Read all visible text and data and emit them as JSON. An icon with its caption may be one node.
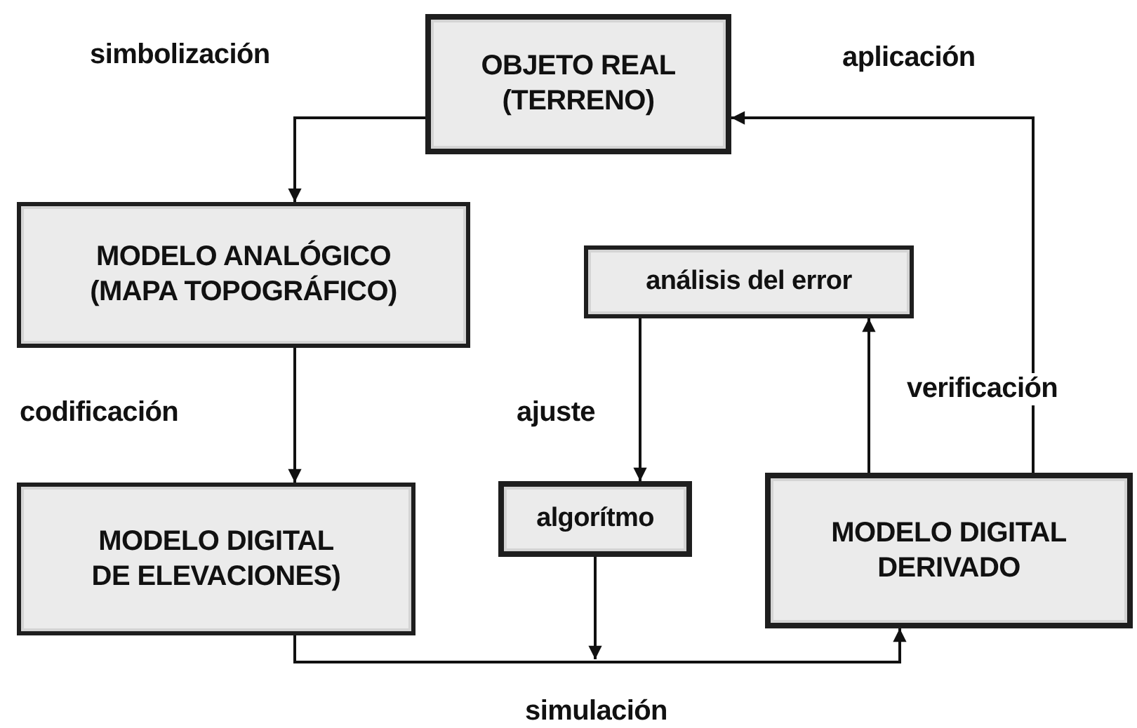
{
  "diagram": {
    "nodes": [
      {
        "text": [
          "OBJETO REAL (TERRENO)"
        ]
      },
      {
        "text": [
          "MODELO ANALÓGICO (MAPA TOPOGRÁFICO)"
        ]
      },
      {
        "text": [
          "análisis del error"
        ]
      },
      {
        "text": [
          "algorítmo"
        ]
      },
      {
        "text": [
          "MODELO DIGITAL DE ELEVACIONES)"
        ]
      },
      {
        "text": [
          "MODELO DIGITAL DERIVADO"
        ]
      }
    ],
    "edges": [
      {
        "from": 0,
        "to": 1,
        "arrow": "to",
        "label": "simbolización"
      },
      {
        "from": 1,
        "to": 4,
        "arrow": "to",
        "label": "codificación"
      },
      {
        "from": 2,
        "to": 3,
        "arrow": "to",
        "label": "ajuste"
      },
      {
        "from": 5,
        "to": 2,
        "arrow": "to",
        "label": "verificación"
      },
      {
        "from": 5,
        "to": 0,
        "arrow": "to",
        "label": "aplicación"
      },
      {
        "from": 4,
        "to": 5,
        "arrow": "to",
        "label": "simulación"
      },
      {
        "from": 3,
        "to": null,
        "arrow": "to"
      }
    ]
  }
}
